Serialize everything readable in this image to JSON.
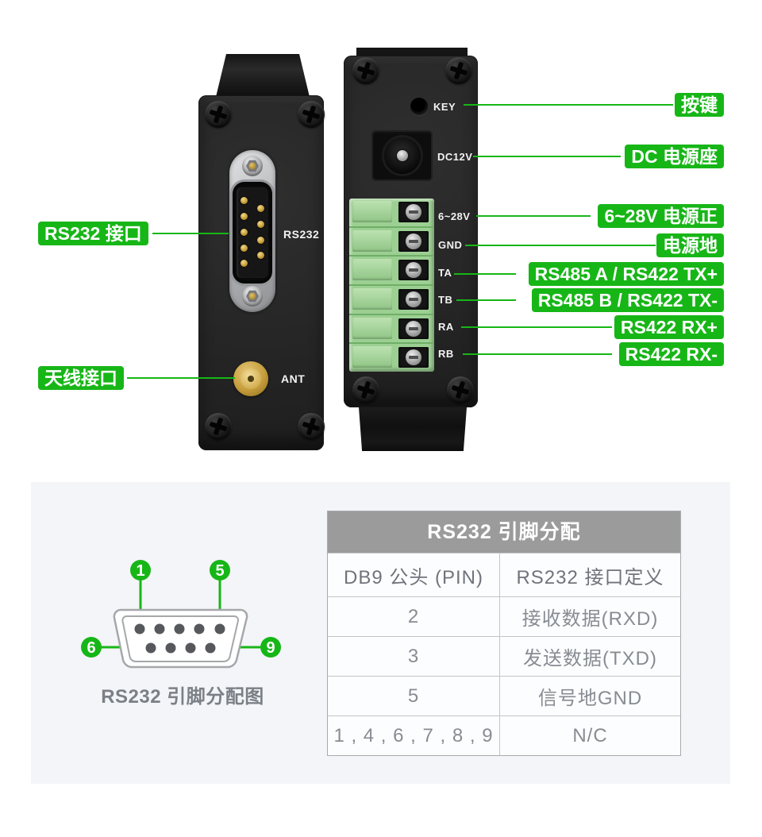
{
  "colors": {
    "accent_green": "#17b617",
    "panel_bg": "#f4f5f8",
    "table_header_bg": "#9b9b9b"
  },
  "front_view": {
    "port_rs232": "RS232",
    "port_ant": "ANT",
    "callout_rs232": "RS232 接口",
    "callout_antenna": "天线接口"
  },
  "back_view": {
    "port_key": "KEY",
    "port_dc": "DC12V",
    "terminals": [
      "6~28V",
      "GND",
      "TA",
      "TB",
      "RA",
      "RB"
    ],
    "callout_key": "按键",
    "callout_dc": "DC 电源座",
    "callout_power_positive": "6~28V 电源正",
    "callout_power_ground": "电源地",
    "callout_rs485_a": "RS485 A / RS422 TX+",
    "callout_rs485_b": "RS485 B / RS422 TX-",
    "callout_rs422_rx_plus": "RS422 RX+",
    "callout_rs422_rx_minus": "RS422 RX-"
  },
  "pin_diagram": {
    "caption": "RS232 引脚分配图",
    "badges": [
      "1",
      "5",
      "6",
      "9"
    ]
  },
  "pinout_table": {
    "title": "RS232 引脚分配",
    "columns": [
      "DB9 公头 (PIN)",
      "RS232 接口定义"
    ],
    "rows": [
      {
        "pin": "2",
        "definition": "接收数据(RXD)"
      },
      {
        "pin": "3",
        "definition": "发送数据(TXD)"
      },
      {
        "pin": "5",
        "definition": "信号地GND"
      },
      {
        "pin": "1 , 4 , 6 , 7 , 8 , 9",
        "definition": "N/C"
      }
    ]
  }
}
